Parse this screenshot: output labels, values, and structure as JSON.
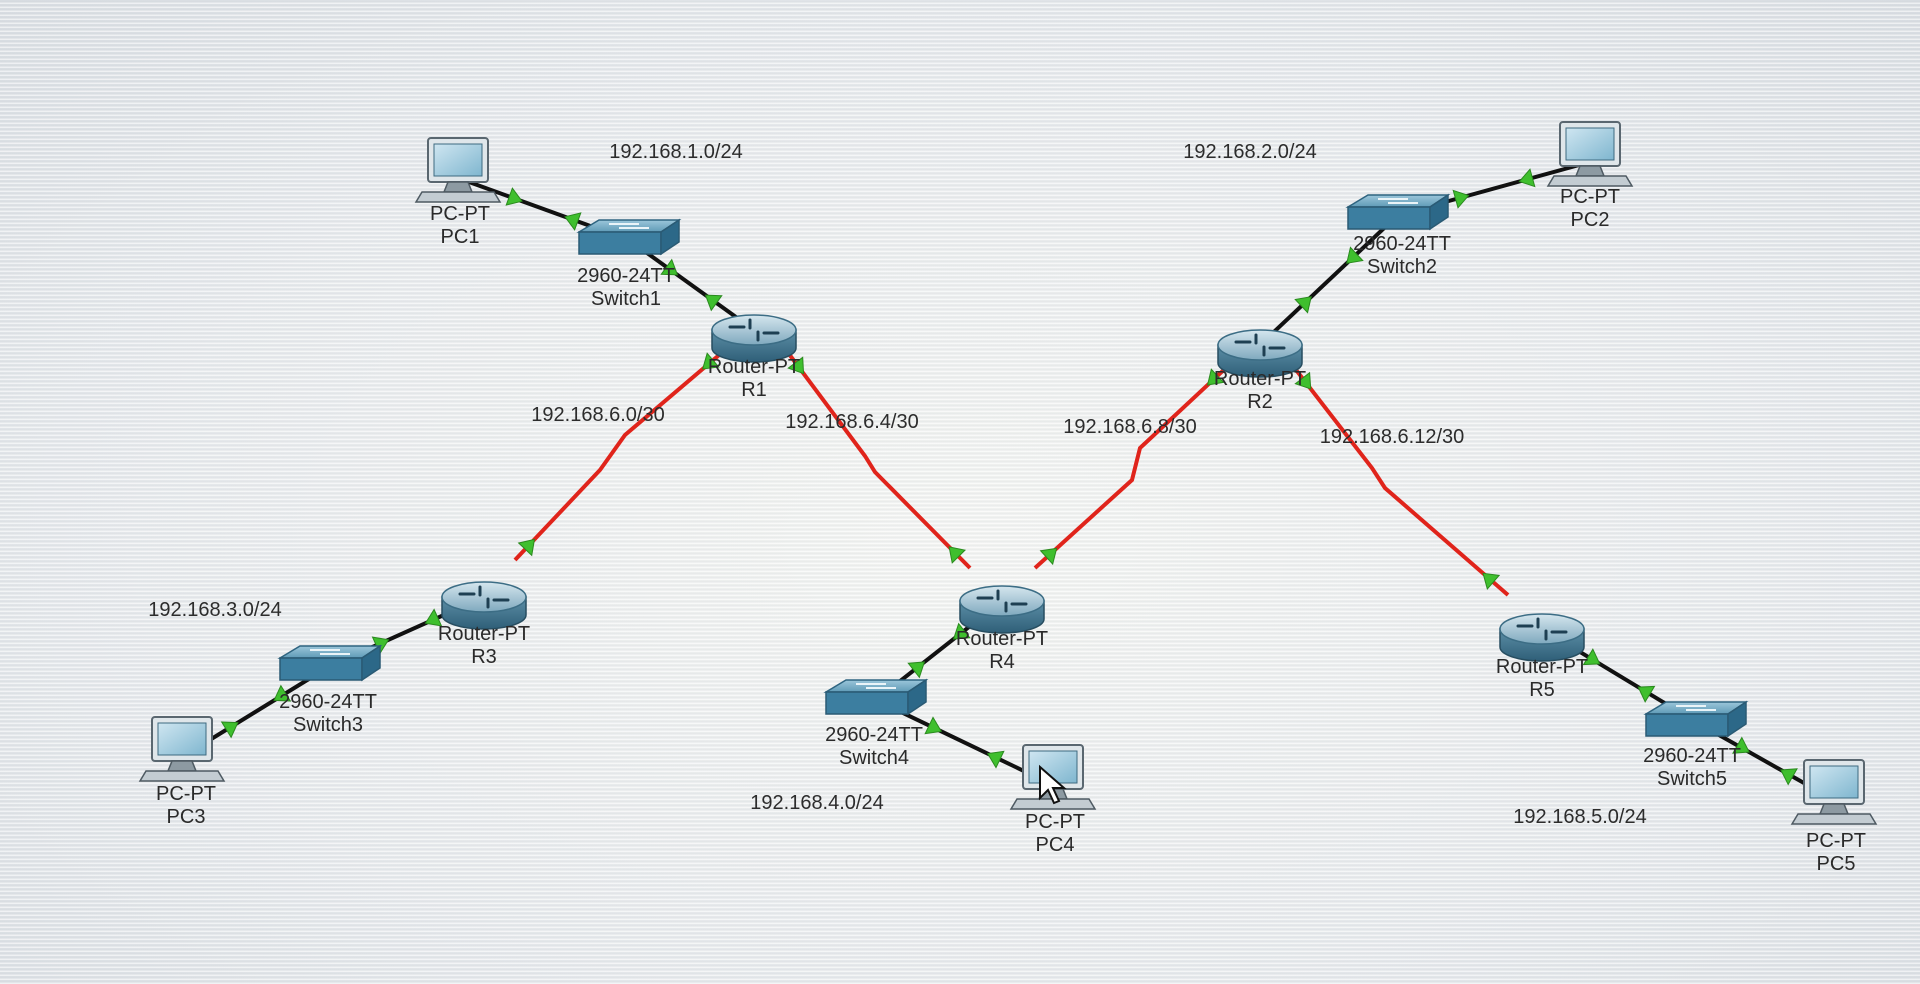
{
  "devices": [
    {
      "id": "pc1",
      "kind": "pc",
      "model": "PC-PT",
      "name": "PC1"
    },
    {
      "id": "sw1",
      "kind": "switch",
      "model": "2960-24TT",
      "name": "Switch1"
    },
    {
      "id": "r1",
      "kind": "router",
      "model": "Router-PT",
      "name": "R1"
    },
    {
      "id": "pc2",
      "kind": "pc",
      "model": "PC-PT",
      "name": "PC2"
    },
    {
      "id": "sw2",
      "kind": "switch",
      "model": "2960-24TT",
      "name": "Switch2"
    },
    {
      "id": "r2",
      "kind": "router",
      "model": "Router-PT",
      "name": "R2"
    },
    {
      "id": "r3",
      "kind": "router",
      "model": "Router-PT",
      "name": "R3"
    },
    {
      "id": "sw3",
      "kind": "switch",
      "model": "2960-24TT",
      "name": "Switch3"
    },
    {
      "id": "pc3",
      "kind": "pc",
      "model": "PC-PT",
      "name": "PC3"
    },
    {
      "id": "r4",
      "kind": "router",
      "model": "Router-PT",
      "name": "R4"
    },
    {
      "id": "sw4",
      "kind": "switch",
      "model": "2960-24TT",
      "name": "Switch4"
    },
    {
      "id": "pc4",
      "kind": "pc",
      "model": "PC-PT",
      "name": "PC4"
    },
    {
      "id": "r5",
      "kind": "router",
      "model": "Router-PT",
      "name": "R5"
    },
    {
      "id": "sw5",
      "kind": "switch",
      "model": "2960-24TT",
      "name": "Switch5"
    },
    {
      "id": "pc5",
      "kind": "pc",
      "model": "PC-PT",
      "name": "PC5"
    }
  ],
  "links": [
    {
      "from": "pc1",
      "to": "sw1",
      "type": "ethernet"
    },
    {
      "from": "sw1",
      "to": "r1",
      "type": "ethernet"
    },
    {
      "from": "pc2",
      "to": "sw2",
      "type": "ethernet"
    },
    {
      "from": "sw2",
      "to": "r2",
      "type": "ethernet"
    },
    {
      "from": "r3",
      "to": "sw3",
      "type": "ethernet"
    },
    {
      "from": "sw3",
      "to": "pc3",
      "type": "ethernet"
    },
    {
      "from": "r4",
      "to": "sw4",
      "type": "ethernet"
    },
    {
      "from": "sw4",
      "to": "pc4",
      "type": "ethernet"
    },
    {
      "from": "r5",
      "to": "sw5",
      "type": "ethernet"
    },
    {
      "from": "sw5",
      "to": "pc5",
      "type": "ethernet"
    },
    {
      "from": "r1",
      "to": "r3",
      "type": "serial"
    },
    {
      "from": "r1",
      "to": "r4",
      "type": "serial"
    },
    {
      "from": "r2",
      "to": "r4",
      "type": "serial"
    },
    {
      "from": "r2",
      "to": "r5",
      "type": "serial"
    }
  ],
  "networks": [
    {
      "id": "lan1",
      "text": "192.168.1.0/24"
    },
    {
      "id": "lan2",
      "text": "192.168.2.0/24"
    },
    {
      "id": "lan3",
      "text": "192.168.3.0/24"
    },
    {
      "id": "lan4",
      "text": "192.168.4.0/24"
    },
    {
      "id": "lan5",
      "text": "192.168.5.0/24"
    },
    {
      "id": "wan1",
      "text": "192.168.6.0/30"
    },
    {
      "id": "wan2",
      "text": "192.168.6.4/30"
    },
    {
      "id": "wan3",
      "text": "192.168.6.8/30"
    },
    {
      "id": "wan4",
      "text": "192.168.6.12/30"
    }
  ],
  "colors": {
    "ethernet": "#111111",
    "serial": "#e0241b",
    "link_light": "#3fbf2e",
    "device_blue": "#4a8fb0"
  }
}
